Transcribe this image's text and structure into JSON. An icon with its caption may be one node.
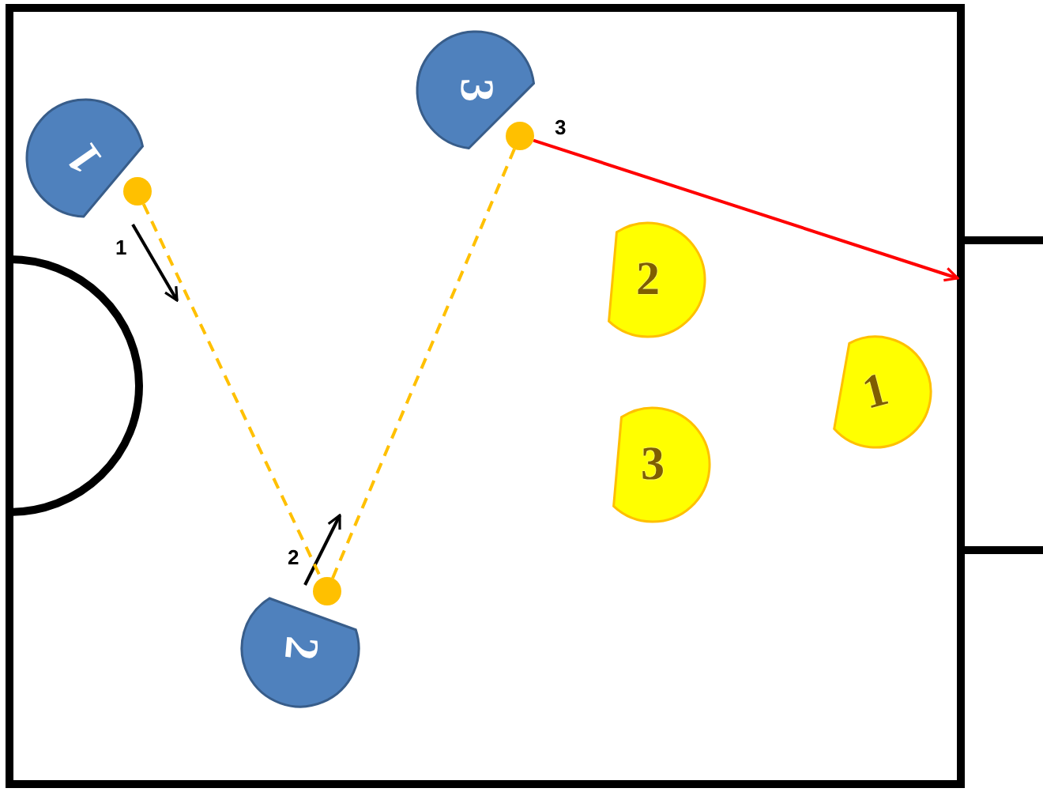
{
  "diagram": {
    "nodes": [
      {
        "text": [
          "1"
        ]
      },
      {
        "text": [
          "2"
        ]
      },
      {
        "text": [
          "3"
        ]
      },
      {
        "text": [
          "2"
        ]
      },
      {
        "text": [
          "3"
        ]
      },
      {
        "text": [
          "1"
        ]
      },
      {
        "text": [],
        "shape": "circle"
      },
      {
        "text": [],
        "shape": "circle"
      },
      {
        "text": [],
        "shape": "circle"
      }
    ],
    "edges": [
      {
        "from": 6,
        "to": 7,
        "arrow": "none",
        "style": "dashed"
      },
      {
        "from": 7,
        "to": 8,
        "arrow": "none",
        "style": "dashed"
      },
      {
        "from": 8,
        "to": null,
        "arrow": "to",
        "label": "3",
        "color": "#ff0000"
      }
    ],
    "labels": [
      "1",
      "2"
    ]
  }
}
